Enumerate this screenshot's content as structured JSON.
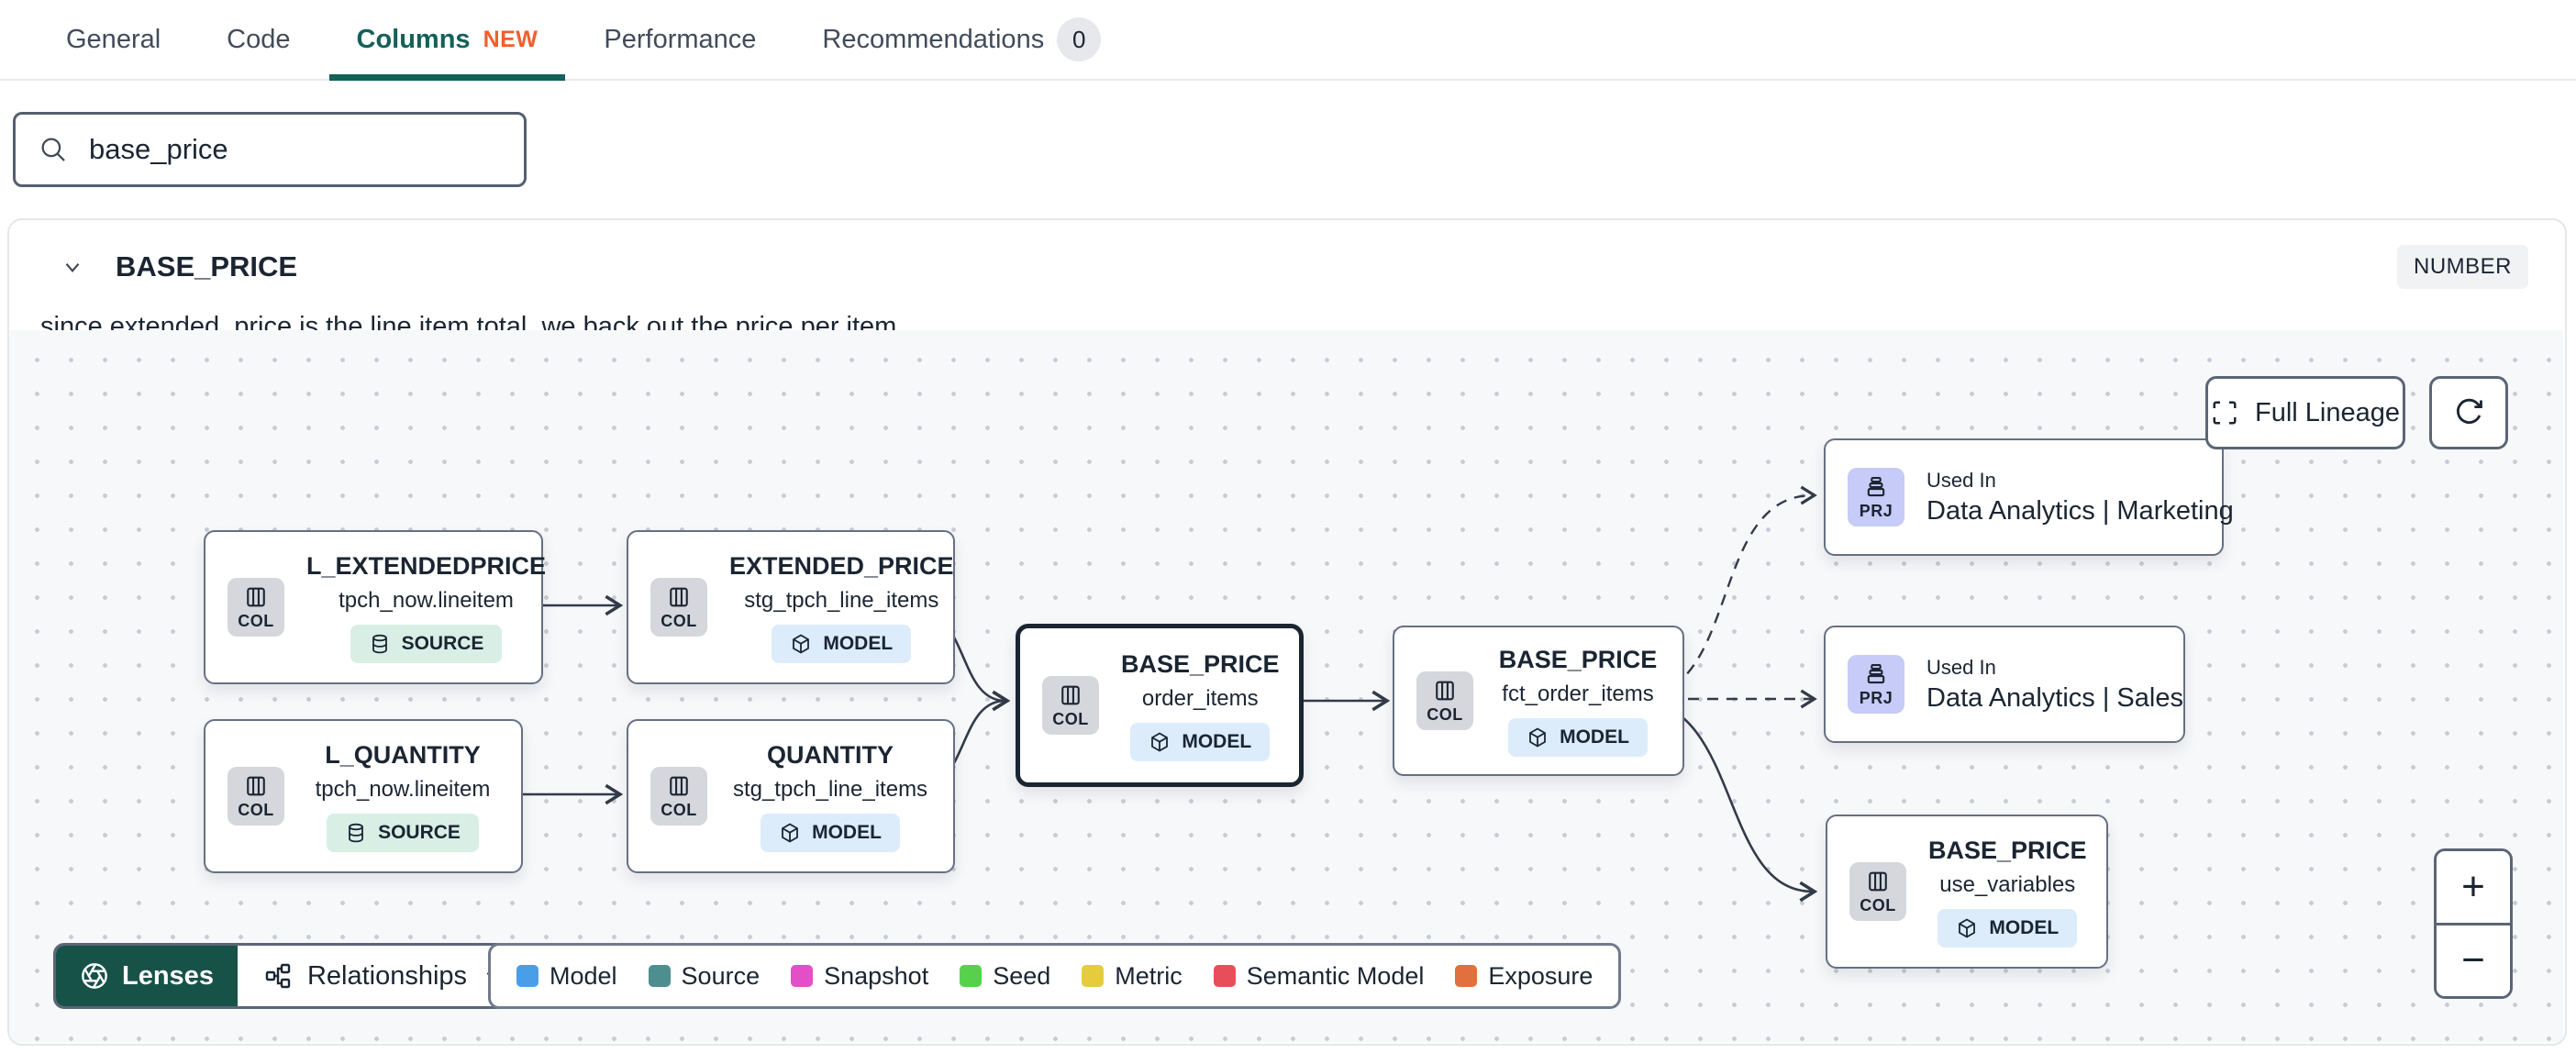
{
  "tabs": {
    "items": [
      {
        "label": "General"
      },
      {
        "label": "Code"
      },
      {
        "label": "Columns",
        "badge": "NEW"
      },
      {
        "label": "Performance"
      },
      {
        "label": "Recommendations",
        "badge": "0"
      }
    ]
  },
  "search": {
    "value": "base_price"
  },
  "column": {
    "name": "BASE_PRICE",
    "type": "NUMBER",
    "description": "since extended_price is the line item total, we back out the price per item"
  },
  "lineage": {
    "controls": {
      "full_lineage": "Full Lineage",
      "zoom_in": "+",
      "zoom_out": "−"
    },
    "toolbar": {
      "lenses": "Lenses",
      "relationships": "Relationships"
    },
    "entity_labels": {
      "column": "COL",
      "project": "PRJ"
    },
    "kind_labels": {
      "source": "SOURCE",
      "model": "MODEL"
    },
    "used_in_label": "Used In",
    "nodes": [
      {
        "title": "L_EXTENDEDPRICE",
        "subtitle": "tpch_now.lineitem",
        "kind": "SOURCE"
      },
      {
        "title": "L_QUANTITY",
        "subtitle": "tpch_now.lineitem",
        "kind": "SOURCE"
      },
      {
        "title": "EXTENDED_PRICE",
        "subtitle": "stg_tpch_line_items",
        "kind": "MODEL"
      },
      {
        "title": "QUANTITY",
        "subtitle": "stg_tpch_line_items",
        "kind": "MODEL"
      },
      {
        "title": "BASE_PRICE",
        "subtitle": "order_items",
        "kind": "MODEL"
      },
      {
        "title": "BASE_PRICE",
        "subtitle": "fct_order_items",
        "kind": "MODEL"
      },
      {
        "title": "Data Analytics | Marketing",
        "label": "Used In"
      },
      {
        "title": "Data Analytics | Sales",
        "label": "Used In"
      },
      {
        "title": "BASE_PRICE",
        "subtitle": "use_variables",
        "kind": "MODEL"
      }
    ],
    "legend": [
      {
        "label": "Model",
        "color": "#4A9EE8"
      },
      {
        "label": "Source",
        "color": "#4D8F8F"
      },
      {
        "label": "Snapshot",
        "color": "#E24FC6"
      },
      {
        "label": "Seed",
        "color": "#57D14C"
      },
      {
        "label": "Metric",
        "color": "#E5CC3C"
      },
      {
        "label": "Semantic Model",
        "color": "#E84E59"
      },
      {
        "label": "Exposure",
        "color": "#E0703D"
      }
    ]
  }
}
